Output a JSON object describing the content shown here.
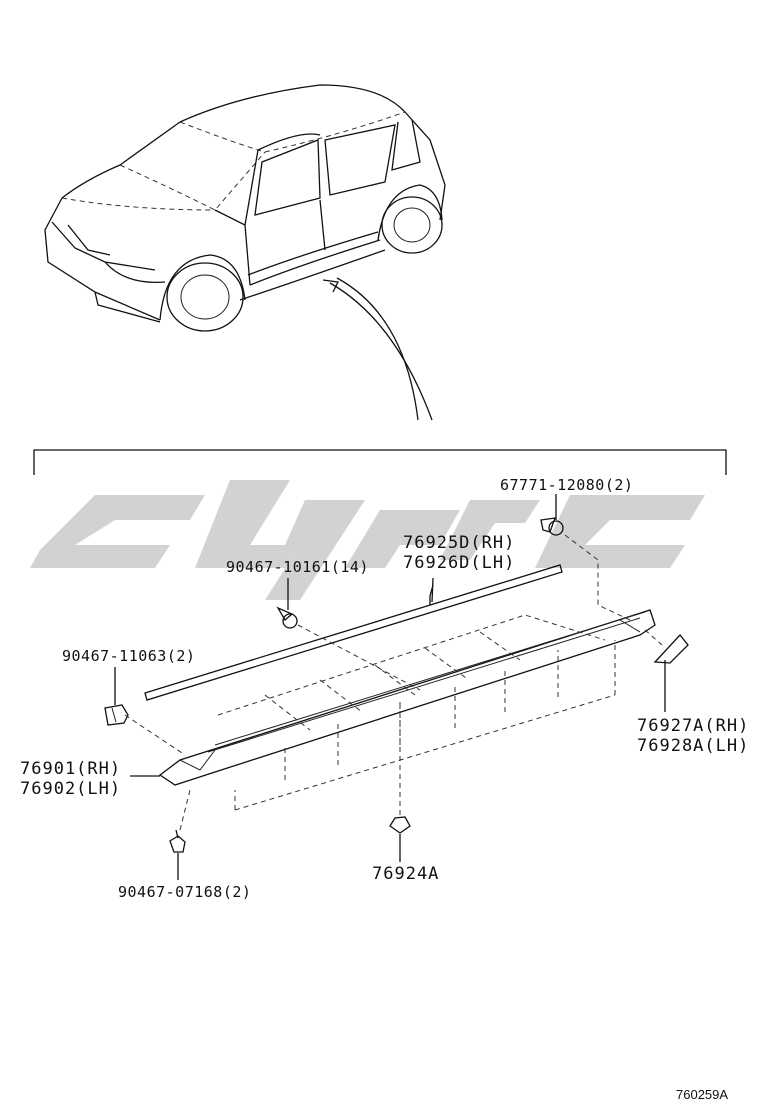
{
  "labels": {
    "p1": "67771-12080(2)",
    "p2": "76925D(RH)",
    "p3": "76926D(LH)",
    "p4": "90467-10161(14)",
    "p5": "90467-11063(2)",
    "p6": "76901(RH)",
    "p7": "76902(LH)",
    "p8": "76927A(RH)",
    "p9": "76928A(LH)",
    "p10": "76924A",
    "p11": "90467-07168(2)"
  },
  "figure_id": "760259A",
  "colors": {
    "ink": "#111111",
    "watermark": "#d2d2d2",
    "background": "#ffffff"
  }
}
